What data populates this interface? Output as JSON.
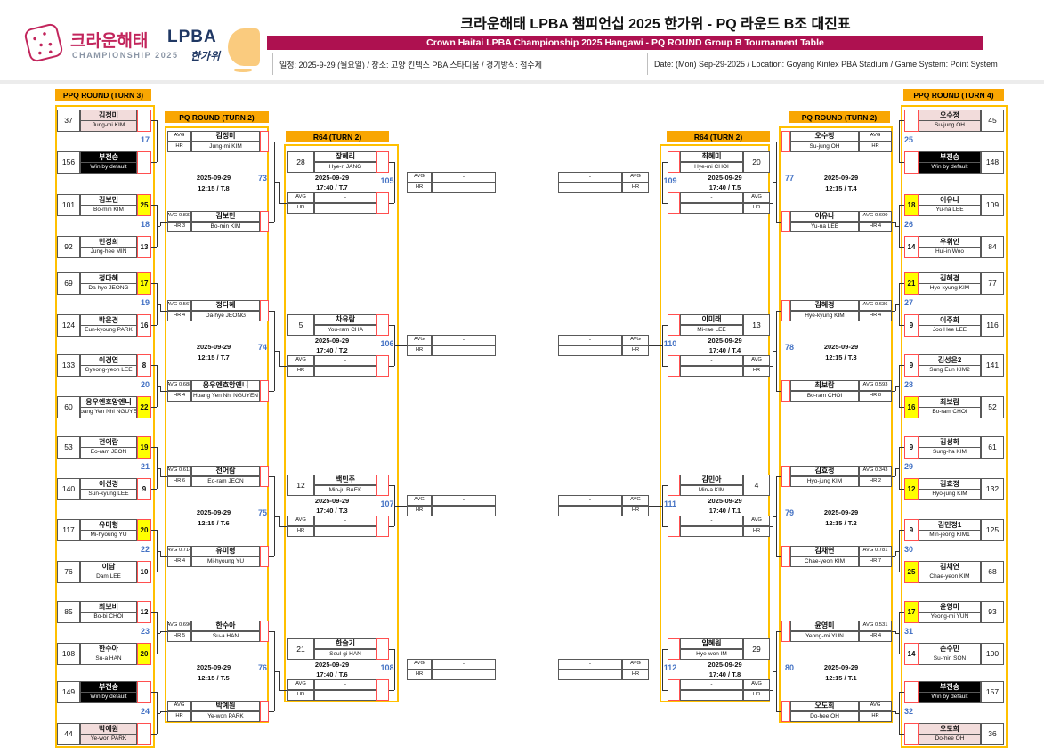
{
  "header": {
    "title_ko": "크라운해태 LPBA 챔피언십 2025 한가위 - PQ 라운드 B조 대진표",
    "banner_en": "Crown Haitai LPBA Championship 2025 Hangawi - PQ ROUND Group B Tournament Table",
    "info_ko": "일정: 2025-9-29 (월요일) / 장소: 고양 킨텍스 PBA 스타디움 / 경기방식: 점수제",
    "info_en": "Date: (Mon) Sep-29-2025 / Location: Goyang Kintex PBA Stadium / Game System: Point System",
    "logo": {
      "brand_ko": "크라운해태",
      "brand_en": "LPBA",
      "sub_en": "CHAMPIONSHIP 2025",
      "sub_ko": "한가위"
    }
  },
  "columns": {
    "ppq_left": "PPQ ROUND (TURN 3)",
    "pq_left": "PQ ROUND (TURN 2)",
    "r64_left": "R64 (TURN 2)",
    "r64_right": "R64 (TURN 2)",
    "pq_right": "PQ ROUND (TURN 2)",
    "ppq_right": "PPQ ROUND (TURN 4)"
  },
  "labels": {
    "avg": "AVG",
    "hr": "HR",
    "dash": "-"
  },
  "ppq_left": [
    {
      "no": "17",
      "p1": {
        "seed": "37",
        "ko": "김정미",
        "en": "Jung-mi KIM",
        "score": "",
        "style": "pink",
        "win": false
      },
      "p2": {
        "seed": "156",
        "ko": "부전승",
        "en": "Win by default",
        "score": "",
        "style": "bye",
        "win": false
      }
    },
    {
      "no": "18",
      "p1": {
        "seed": "101",
        "ko": "김보민",
        "en": "Bo-min KIM",
        "score": "25",
        "style": "",
        "win": true
      },
      "p2": {
        "seed": "92",
        "ko": "민정희",
        "en": "Jung-hee MIN",
        "score": "13",
        "style": "",
        "win": false
      }
    },
    {
      "no": "19",
      "p1": {
        "seed": "69",
        "ko": "정다혜",
        "en": "Da-hye JEONG",
        "score": "17",
        "style": "",
        "win": true
      },
      "p2": {
        "seed": "124",
        "ko": "박은경",
        "en": "Eun-kyoung PARK",
        "score": "16",
        "style": "",
        "win": false
      }
    },
    {
      "no": "20",
      "p1": {
        "seed": "133",
        "ko": "이경연",
        "en": "Gyeong-yeon LEE",
        "score": "8",
        "style": "",
        "win": false
      },
      "p2": {
        "seed": "60",
        "ko": "응우엔호앙엔니",
        "en": "Hoang Yen Nhi NGUYEN",
        "score": "22",
        "style": "",
        "win": true
      }
    },
    {
      "no": "21",
      "p1": {
        "seed": "53",
        "ko": "전어람",
        "en": "Eo-ram JEON",
        "score": "19",
        "style": "",
        "win": true
      },
      "p2": {
        "seed": "140",
        "ko": "이선경",
        "en": "Sun-kyung LEE",
        "score": "9",
        "style": "",
        "win": false
      }
    },
    {
      "no": "22",
      "p1": {
        "seed": "117",
        "ko": "유미형",
        "en": "Mi-hyoung YU",
        "score": "20",
        "style": "",
        "win": true
      },
      "p2": {
        "seed": "76",
        "ko": "이담",
        "en": "Dam LEE",
        "score": "10",
        "style": "",
        "win": false
      }
    },
    {
      "no": "23",
      "p1": {
        "seed": "85",
        "ko": "최보비",
        "en": "Bo-bi CHOI",
        "score": "12",
        "style": "",
        "win": false
      },
      "p2": {
        "seed": "108",
        "ko": "한수아",
        "en": "Su-a HAN",
        "score": "20",
        "style": "",
        "win": true
      }
    },
    {
      "no": "24",
      "p1": {
        "seed": "149",
        "ko": "부전승",
        "en": "Win by default",
        "score": "",
        "style": "bye",
        "win": false
      },
      "p2": {
        "seed": "44",
        "ko": "박예원",
        "en": "Ye-won PARK",
        "score": "",
        "style": "pink",
        "win": false
      }
    }
  ],
  "pq_left": [
    {
      "no": "73",
      "date": "2025-09-29",
      "time": "12:15 / T.8",
      "top": {
        "avg": "AVG",
        "hr": "HR",
        "ko": "김정미",
        "en": "Jung-mi KIM"
      },
      "bottom": {
        "avg": "AVG 0.833",
        "hr": "HR 3",
        "ko": "김보민",
        "en": "Bo-min KIM"
      }
    },
    {
      "no": "74",
      "date": "2025-09-29",
      "time": "12:15 / T.7",
      "top": {
        "avg": "AVG 0.567",
        "hr": "HR 4",
        "ko": "정다혜",
        "en": "Da-hye JEONG"
      },
      "bottom": {
        "avg": "AVG 0.688",
        "hr": "HR 4",
        "ko": "응우엔호앙엔니",
        "en": "Hoang Yen Nhi NGUYEN"
      }
    },
    {
      "no": "75",
      "date": "2025-09-29",
      "time": "12:15 / T.6",
      "top": {
        "avg": "AVG 0.613",
        "hr": "HR 6",
        "ko": "전어람",
        "en": "Eo-ram JEON"
      },
      "bottom": {
        "avg": "AVG 0.714",
        "hr": "HR 4",
        "ko": "유미형",
        "en": "Mi-hyoung YU"
      }
    },
    {
      "no": "76",
      "date": "2025-09-29",
      "time": "12:15 / T.5",
      "top": {
        "avg": "AVG 0.690",
        "hr": "HR 5",
        "ko": "한수아",
        "en": "Su-a HAN"
      },
      "bottom": {
        "avg": "AVG",
        "hr": "HR",
        "ko": "박예원",
        "en": "Ye-won PARK"
      }
    }
  ],
  "r64_left": [
    {
      "no": "105",
      "seed": "28",
      "ko": "장혜리",
      "en": "Hye-ri JANG",
      "date": "2025-09-29",
      "time": "17:40 / T.7"
    },
    {
      "no": "106",
      "seed": "5",
      "ko": "차유람",
      "en": "You-ram CHA",
      "date": "2025-09-29",
      "time": "17:40 / T.2"
    },
    {
      "no": "107",
      "seed": "12",
      "ko": "백민주",
      "en": "Min-ju BAEK",
      "date": "2025-09-29",
      "time": "17:40 / T.3"
    },
    {
      "no": "108",
      "seed": "21",
      "ko": "한슬기",
      "en": "Seul-gi HAN",
      "date": "2025-09-29",
      "time": "17:40 / T.6"
    }
  ],
  "r64_right": [
    {
      "no": "109",
      "seed": "20",
      "ko": "최혜미",
      "en": "Hye-mi CHOI",
      "date": "2025-09-29",
      "time": "17:40 / T.5"
    },
    {
      "no": "110",
      "seed": "13",
      "ko": "이미래",
      "en": "Mi-rae LEE",
      "date": "2025-09-29",
      "time": "17:40 / T.4"
    },
    {
      "no": "111",
      "seed": "4",
      "ko": "김민아",
      "en": "Min-a KIM",
      "date": "2025-09-29",
      "time": "17:40 / T.1"
    },
    {
      "no": "112",
      "seed": "29",
      "ko": "임혜원",
      "en": "Hye-won IM",
      "date": "2025-09-29",
      "time": "17:40 / T.8"
    }
  ],
  "pq_right": [
    {
      "no": "77",
      "date": "2025-09-29",
      "time": "12:15 / T.4",
      "top": {
        "avg": "AVG",
        "hr": "HR",
        "ko": "오수정",
        "en": "Su-jung OH"
      },
      "bottom": {
        "avg": "AVG 0.600",
        "hr": "HR 4",
        "ko": "이유나",
        "en": "Yu-na LEE"
      }
    },
    {
      "no": "78",
      "date": "2025-09-29",
      "time": "12:15 / T.3",
      "top": {
        "avg": "AVG 0.636",
        "hr": "HR 4",
        "ko": "김혜경",
        "en": "Hye-kyung KIM"
      },
      "bottom": {
        "avg": "AVG 0.593",
        "hr": "HR 8",
        "ko": "최보람",
        "en": "Bo-ram CHOI"
      }
    },
    {
      "no": "79",
      "date": "2025-09-29",
      "time": "12:15 / T.2",
      "top": {
        "avg": "AVG 0.343",
        "hr": "HR 2",
        "ko": "김효정",
        "en": "Hyo-jung KIM"
      },
      "bottom": {
        "avg": "AVG 0.781",
        "hr": "HR 7",
        "ko": "김채연",
        "en": "Chae-yeon KIM"
      }
    },
    {
      "no": "80",
      "date": "2025-09-29",
      "time": "12:15 / T.1",
      "top": {
        "avg": "AVG 0.531",
        "hr": "HR 4",
        "ko": "윤영미",
        "en": "Yeong-mi YUN"
      },
      "bottom": {
        "avg": "AVG",
        "hr": "HR",
        "ko": "오도희",
        "en": "Do-hee OH"
      }
    }
  ],
  "ppq_right": [
    {
      "no": "25",
      "p1": {
        "seed": "45",
        "ko": "오수정",
        "en": "Su-jung OH",
        "score": "",
        "style": "pink",
        "win": false
      },
      "p2": {
        "seed": "148",
        "ko": "부전승",
        "en": "Win by default",
        "score": "",
        "style": "bye",
        "win": false
      }
    },
    {
      "no": "26",
      "p1": {
        "seed": "109",
        "ko": "이유나",
        "en": "Yu-na LEE",
        "score": "18",
        "style": "",
        "win": true
      },
      "p2": {
        "seed": "84",
        "ko": "우휘인",
        "en": "Hui-in Woo",
        "score": "14",
        "style": "",
        "win": false
      }
    },
    {
      "no": "27",
      "p1": {
        "seed": "77",
        "ko": "김혜경",
        "en": "Hye-kyung KIM",
        "score": "21",
        "style": "",
        "win": true
      },
      "p2": {
        "seed": "116",
        "ko": "이주희",
        "en": "Joo Hee LEE",
        "score": "9",
        "style": "",
        "win": false
      }
    },
    {
      "no": "28",
      "p1": {
        "seed": "141",
        "ko": "김성은2",
        "en": "Sung Eun KIM2",
        "score": "9",
        "style": "",
        "win": false
      },
      "p2": {
        "seed": "52",
        "ko": "최보람",
        "en": "Bo-ram CHOI",
        "score": "16",
        "style": "",
        "win": true
      }
    },
    {
      "no": "29",
      "p1": {
        "seed": "61",
        "ko": "김성하",
        "en": "Sung-ha KIM",
        "score": "9",
        "style": "",
        "win": false
      },
      "p2": {
        "seed": "132",
        "ko": "김효정",
        "en": "Hyo-jung KIM",
        "score": "12",
        "style": "",
        "win": true
      }
    },
    {
      "no": "30",
      "p1": {
        "seed": "125",
        "ko": "김민정1",
        "en": "Min-jeong KIM1",
        "score": "9",
        "style": "",
        "win": false
      },
      "p2": {
        "seed": "68",
        "ko": "김채연",
        "en": "Chae-yeon KIM",
        "score": "25",
        "style": "",
        "win": true
      }
    },
    {
      "no": "31",
      "p1": {
        "seed": "93",
        "ko": "윤영미",
        "en": "Yeong-mi YUN",
        "score": "17",
        "style": "",
        "win": true
      },
      "p2": {
        "seed": "100",
        "ko": "손수민",
        "en": "Su-min SON",
        "score": "14",
        "style": "",
        "win": false
      }
    },
    {
      "no": "32",
      "p1": {
        "seed": "157",
        "ko": "부전승",
        "en": "Win by default",
        "score": "",
        "style": "bye",
        "win": false
      },
      "p2": {
        "seed": "36",
        "ko": "오도희",
        "en": "Do-hee OH",
        "score": "",
        "style": "pink",
        "win": false
      }
    }
  ]
}
